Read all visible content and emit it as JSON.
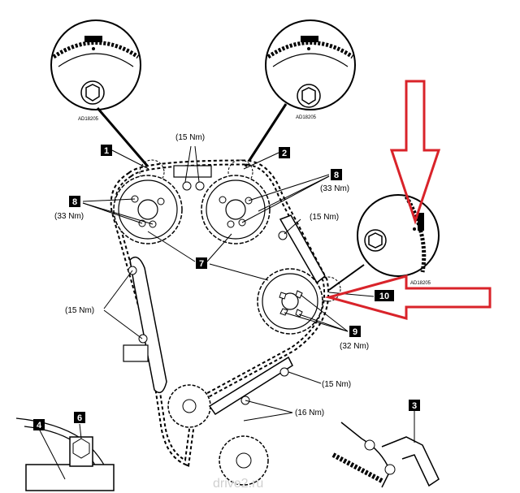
{
  "callouts": {
    "c1": "1",
    "c2": "2",
    "c3": "3",
    "c4": "4",
    "c6": "6",
    "c7": "7",
    "c8a": "8",
    "c8b": "8",
    "c9": "9",
    "c10": "10"
  },
  "torques": {
    "top_15": "(15 Nm)",
    "left_33": "(33 Nm)",
    "right_33": "(33 Nm)",
    "upper_right_15": "(15 Nm)",
    "left_15": "(15 Nm)",
    "crank_32": "(32 Nm)",
    "lower_15": "(15 Nm)",
    "lower_16": "(16 Nm)"
  },
  "figure_codes": {
    "left_detail": "AD18205",
    "middle_detail": "AD18205",
    "right_detail": "AD18205"
  },
  "watermark": "drive2.ru",
  "colors": {
    "arrow": "#d9232a",
    "ink": "#000000"
  }
}
